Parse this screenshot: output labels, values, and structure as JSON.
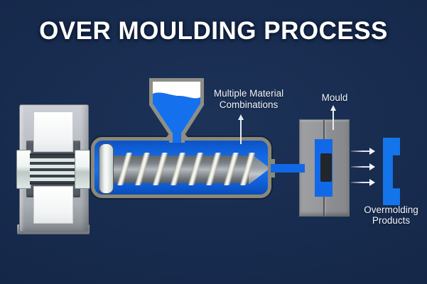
{
  "title": "OVER MOULDING PROCESS",
  "labels": {
    "material_line1": "Multiple Material",
    "material_line2": "Combinations",
    "mould": "Mould",
    "products_line1": "Overmolding",
    "products_line2": "Products"
  },
  "colors": {
    "background": "#15284a",
    "polymer_blue": "#1470ec",
    "product_blue": "#1475ea",
    "machine_gray": "#b4b8be",
    "barrel_border": "#8b8877",
    "hopper_gray": "#8e8e85",
    "hopper_white": "#ffffff",
    "mould_gray": "#96989b",
    "text_white": "#f2f5f9"
  }
}
